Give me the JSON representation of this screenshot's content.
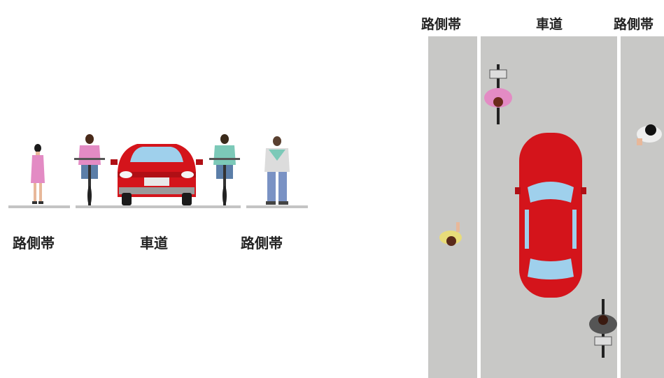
{
  "front_view": {
    "labels": {
      "left": "路側帯",
      "center": "車道",
      "right": "路側帯"
    }
  },
  "top_view": {
    "labels": {
      "left": "路側帯",
      "center": "車道",
      "right": "路側帯"
    }
  },
  "colors": {
    "road": "#c8c8c6",
    "ground_line": "#c4c4c4",
    "lane_line": "#ffffff",
    "car_body": "#d4141b",
    "car_glass": "#9fd0ec",
    "shirt_pink": "#e38bc4",
    "shirt_teal": "#7cc9b8",
    "shirt_yellow": "#e8dc7a"
  }
}
